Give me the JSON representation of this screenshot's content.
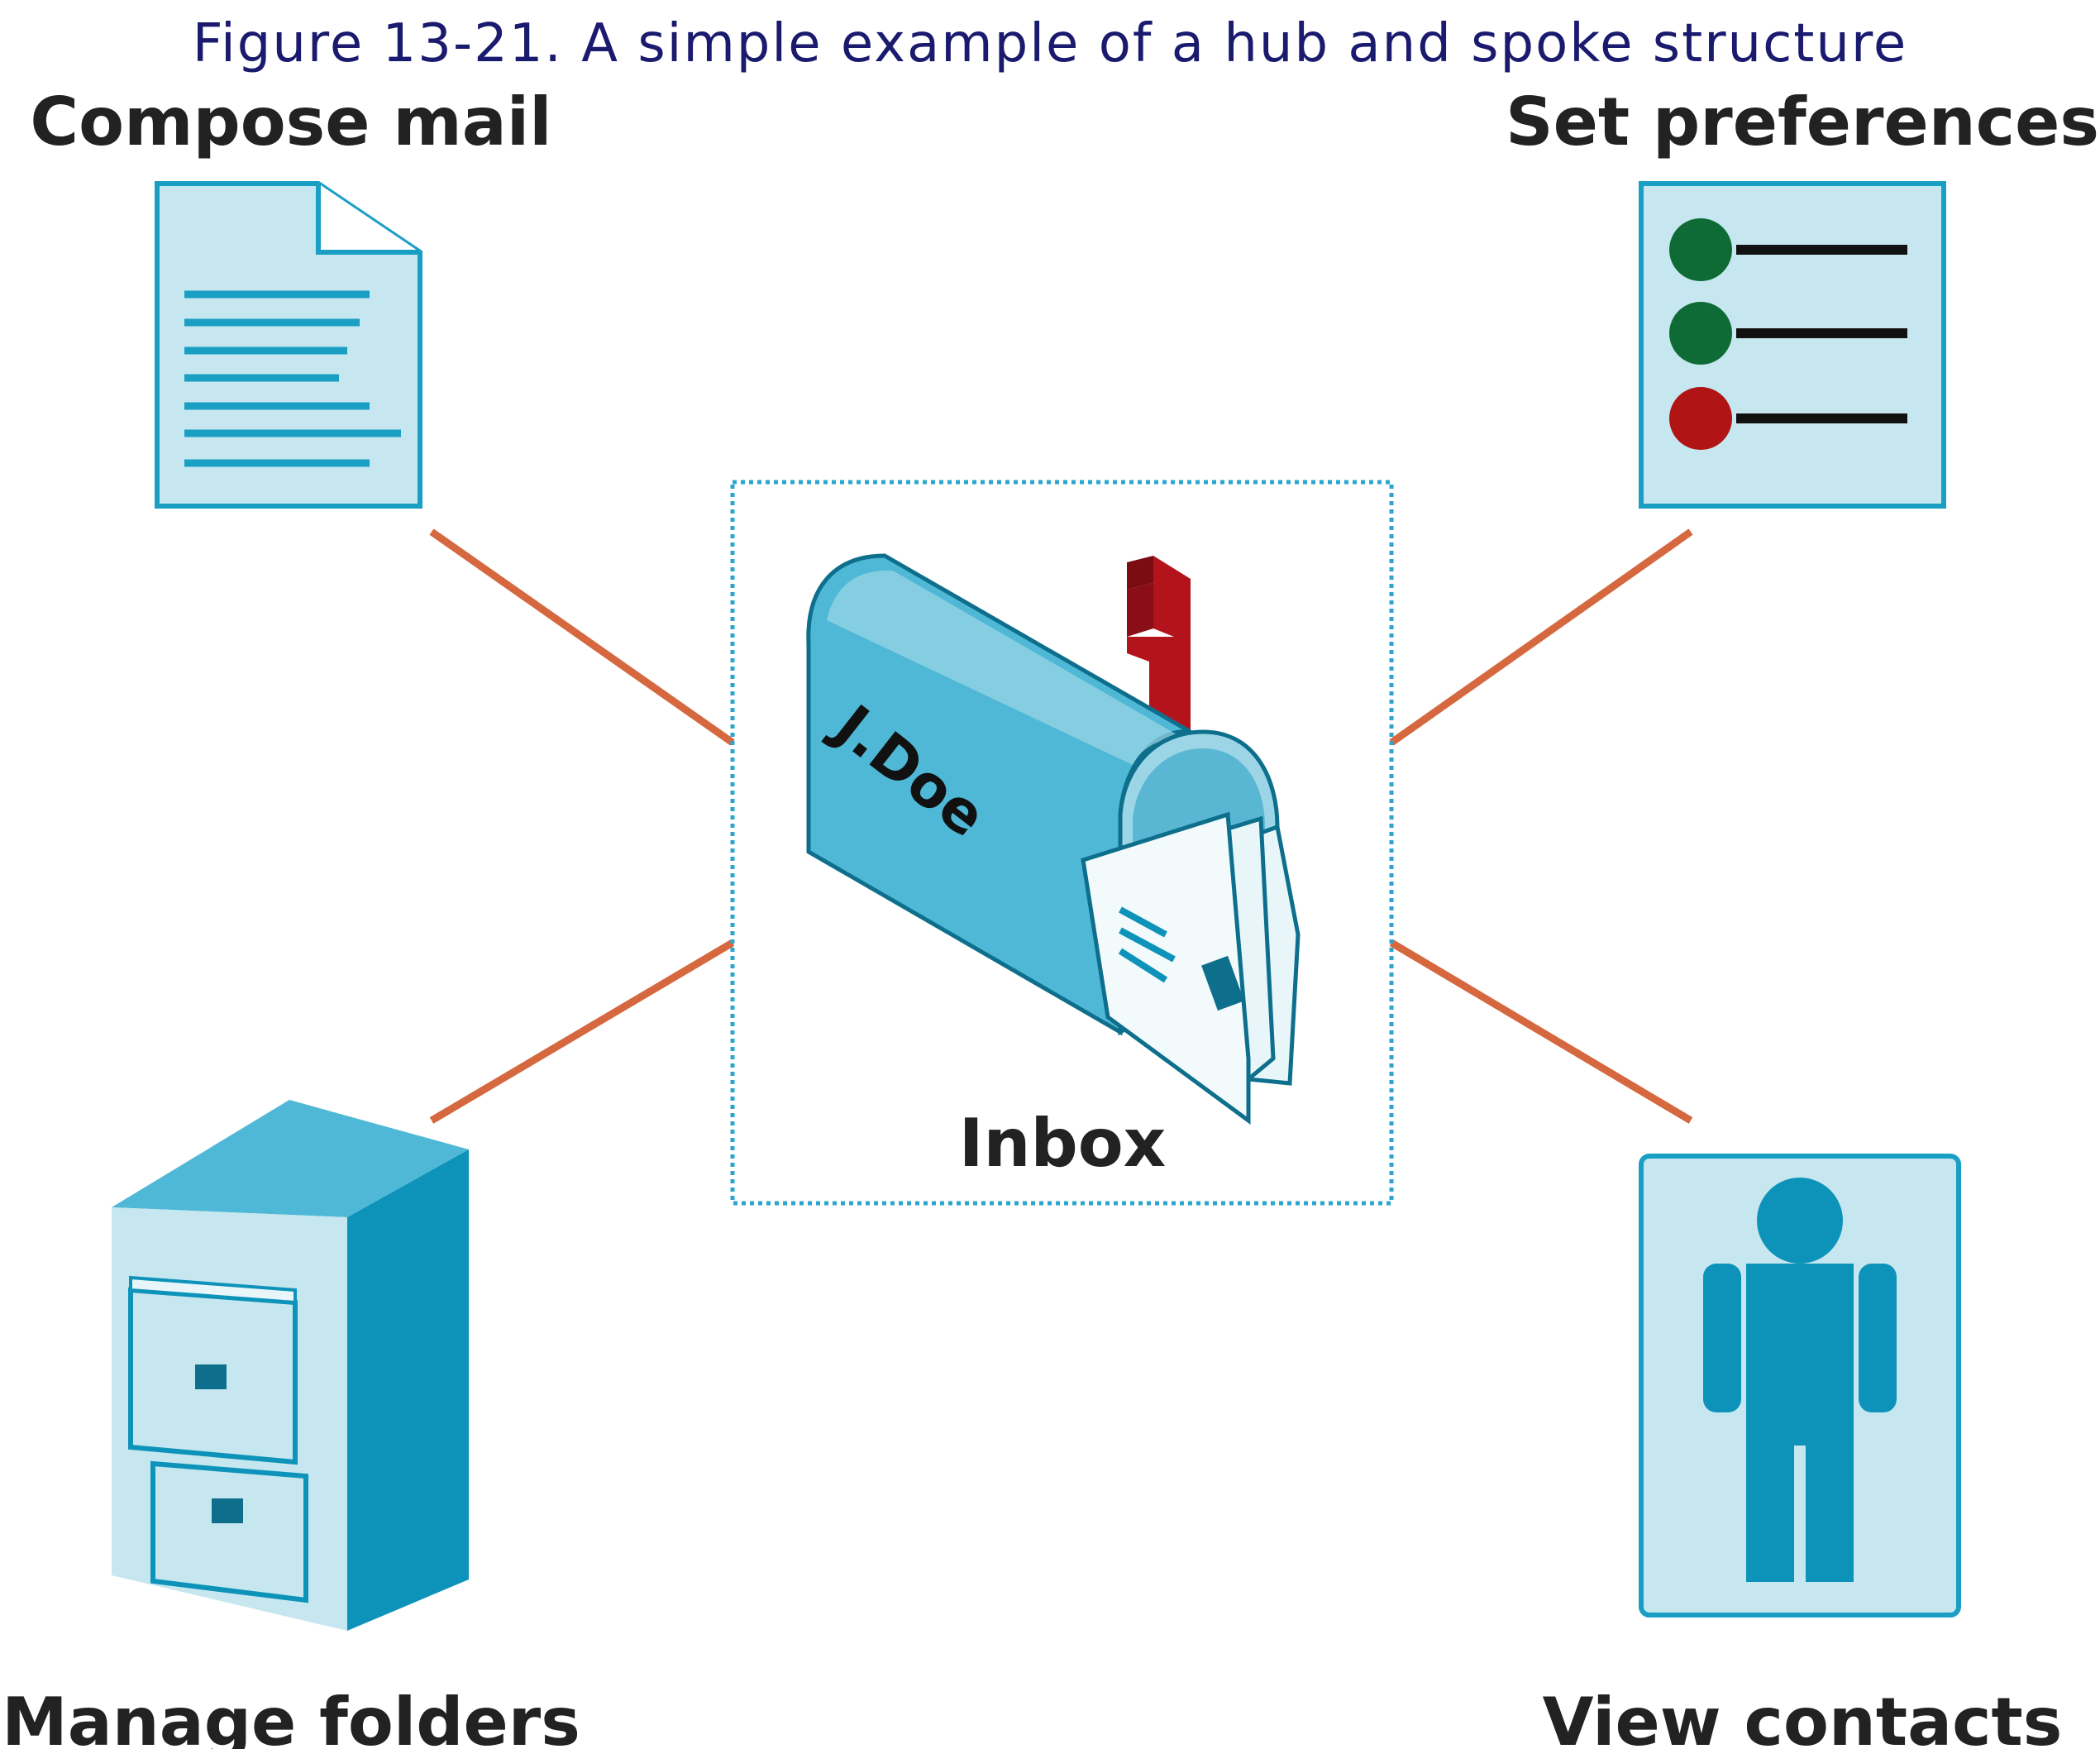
{
  "caption": "Figure 13-21. A simple example of a hub and spoke structure",
  "hub": {
    "label": "Inbox",
    "mailbox_name": "J.Doe",
    "icon": "mailbox-icon"
  },
  "spokes": [
    {
      "label": "Compose mail",
      "icon": "document-icon"
    },
    {
      "label": "Set preferences",
      "icon": "preferences-list-icon"
    },
    {
      "label": "Manage folders",
      "icon": "filing-cabinet-icon"
    },
    {
      "label": "View contacts",
      "icon": "person-icon"
    }
  ],
  "colors": {
    "caption": "#1a1a6e",
    "connector": "#d6683f",
    "icon_fill_light": "#c6e7ef",
    "icon_stroke": "#1a9fc4",
    "icon_fill_mid": "#4fb8d6",
    "icon_fill_dark": "#0d93ba",
    "pref_green": "#0e6b35",
    "pref_red": "#b01414",
    "flag_red": "#b3141c",
    "label_text": "#222222"
  }
}
